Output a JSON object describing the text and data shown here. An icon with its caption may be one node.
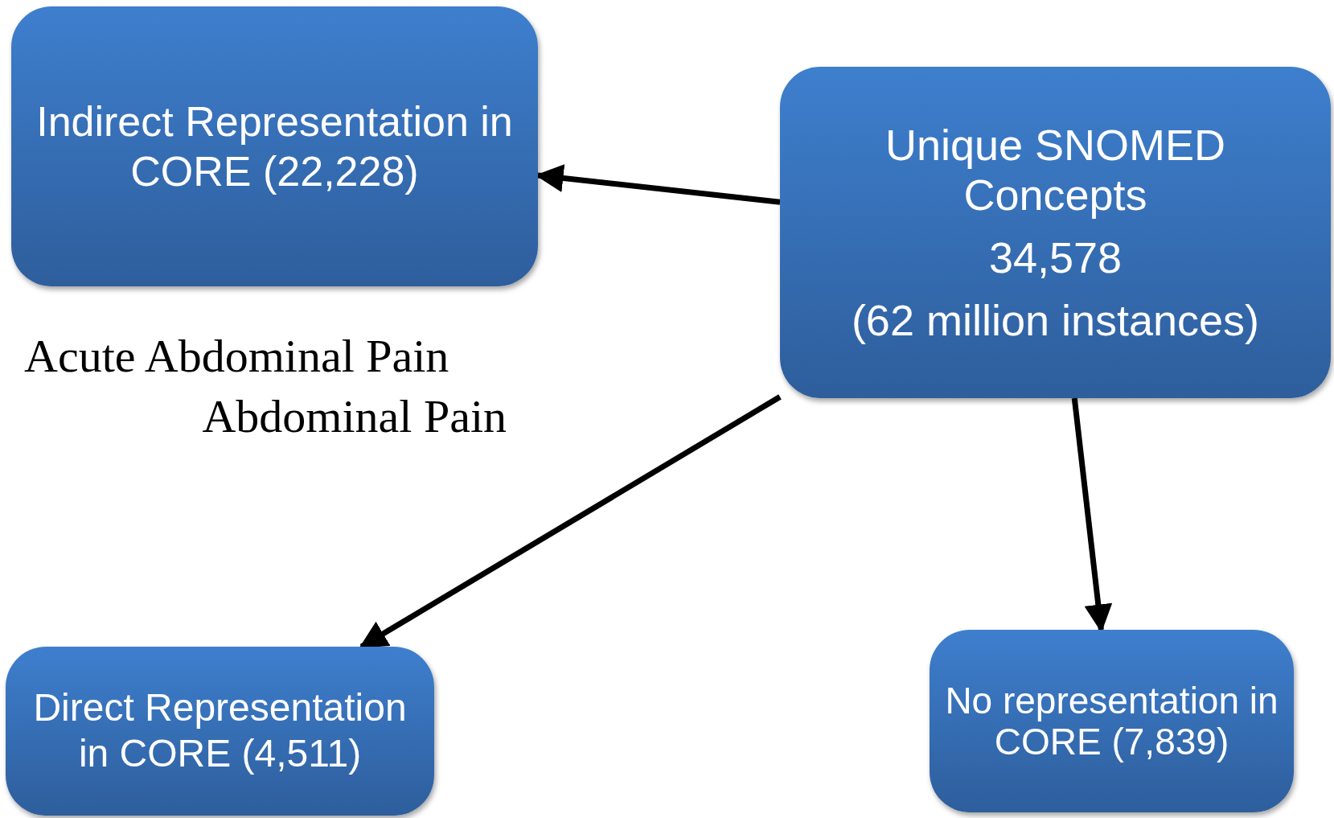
{
  "diagram": {
    "nodes": [
      {
        "text": [
          "Indirect Representation in CORE (22,228)"
        ]
      },
      {
        "text": [
          "Unique SNOMED Concepts",
          "34,578",
          "(62 million instances)"
        ]
      },
      {
        "text": [
          "Direct Representation in CORE (4,511)"
        ]
      },
      {
        "text": [
          "No representation in CORE (7,839)"
        ]
      }
    ],
    "edges": [
      {
        "from": 1,
        "to": 0,
        "arrow": "to"
      },
      {
        "from": 1,
        "to": 2,
        "arrow": "to"
      },
      {
        "from": 1,
        "to": 3,
        "arrow": "to"
      }
    ],
    "labels": [
      "Acute Abdominal Pain",
      "Abdominal Pain"
    ]
  }
}
